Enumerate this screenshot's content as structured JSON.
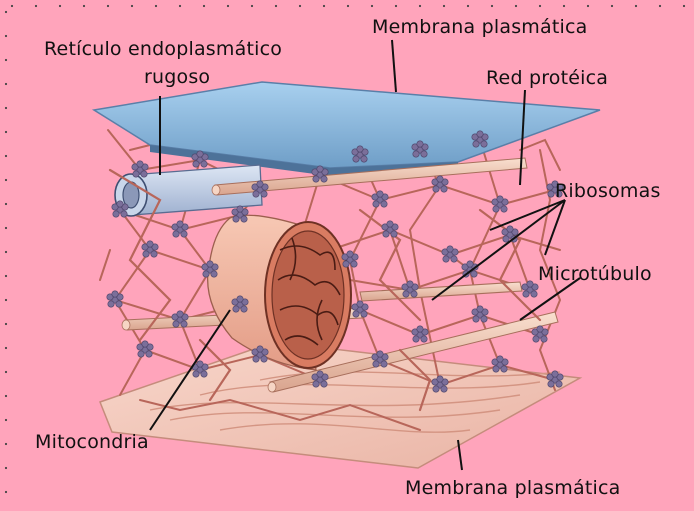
{
  "diagram": {
    "background_color": "#ffa4bb",
    "labels": {
      "membrana_top": "Membrana plasmática",
      "reticulo_line1": "Retículo endoplasmático",
      "reticulo_line2": "rugoso",
      "red_proteica": "Red protéica",
      "ribosomas": "Ribosomas",
      "microtubulo": "Microtúbulo",
      "mitocondria": "Mitocondria",
      "membrana_bottom": "Membrana plasmática"
    },
    "colors": {
      "membrane_top": "#8bb8d8",
      "membrane_top_edge": "#5a7fa8",
      "membrane_bottom": "#f2c4b6",
      "protein_network": "#b8665a",
      "ribosome": "#7b6f9a",
      "microtubule": "#f0c7ad",
      "mitochondria": "#f1b19b",
      "er": "#b8c6e0",
      "leader_line": "#111111"
    },
    "icons": {
      "ribosome": "ribosome-cluster-icon"
    }
  }
}
